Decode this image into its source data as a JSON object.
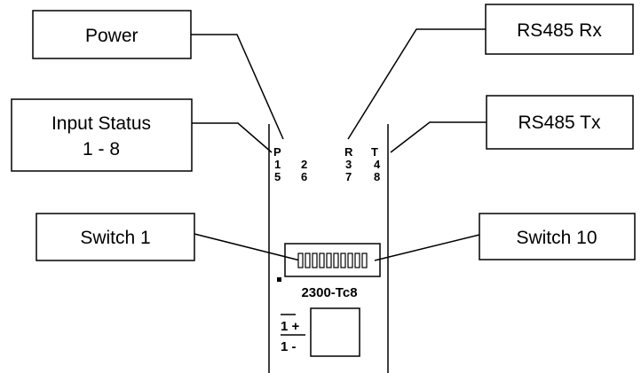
{
  "labels": {
    "power": "Power",
    "rs485_rx": "RS485 Rx",
    "input_status_line1": "Input Status",
    "input_status_line2": "1 - 8",
    "rs485_tx": "RS485 Tx",
    "switch_1": "Switch 1",
    "switch_10": "Switch 10"
  },
  "device": {
    "model": "2300-Tc8",
    "led_header": [
      "P",
      "R",
      "T"
    ],
    "led_row1": [
      "1",
      "2",
      "3",
      "4"
    ],
    "led_row2": [
      "5",
      "6",
      "7",
      "8"
    ],
    "terminal_plus": "1 +",
    "terminal_minus": "1 -"
  }
}
